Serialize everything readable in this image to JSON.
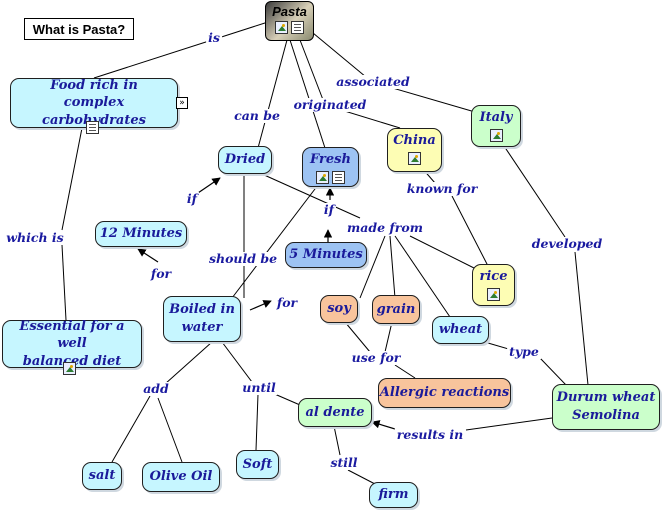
{
  "title": "What is Pasta?",
  "nodes": {
    "pasta": "Pasta",
    "food": [
      "Food rich in",
      "complex carbohydrates"
    ],
    "essential": [
      "Essential for a well",
      "balanced diet"
    ],
    "dried": "Dried",
    "fresh": "Fresh",
    "china": "China",
    "italy": "Italy",
    "rice": "rice",
    "min12": "12 Minutes",
    "min5": "5 Minutes",
    "boiled": [
      "Boiled in",
      "water"
    ],
    "soy": "soy",
    "grain": "grain",
    "wheat": "wheat",
    "allergic": "Allergic reactions",
    "durum": [
      "Durum wheat",
      "Semolina"
    ],
    "aldente": "al dente",
    "salt": "salt",
    "olive": "Olive Oil",
    "soft": "Soft",
    "firm": "firm"
  },
  "links": {
    "is": "is",
    "can_be": "can be",
    "originated": "originated",
    "associated": "associated",
    "which_is": "which is",
    "if_dried": "if",
    "if_fresh": "if",
    "made_from": "made from",
    "known_for": "known for",
    "developed": "developed",
    "should_be": "should be",
    "for_12": "for",
    "for_5": "for",
    "use_for": "use for",
    "type": "type",
    "add": "add",
    "until": "until",
    "results_in": "results in",
    "still": "still"
  },
  "expand_marker": "»"
}
